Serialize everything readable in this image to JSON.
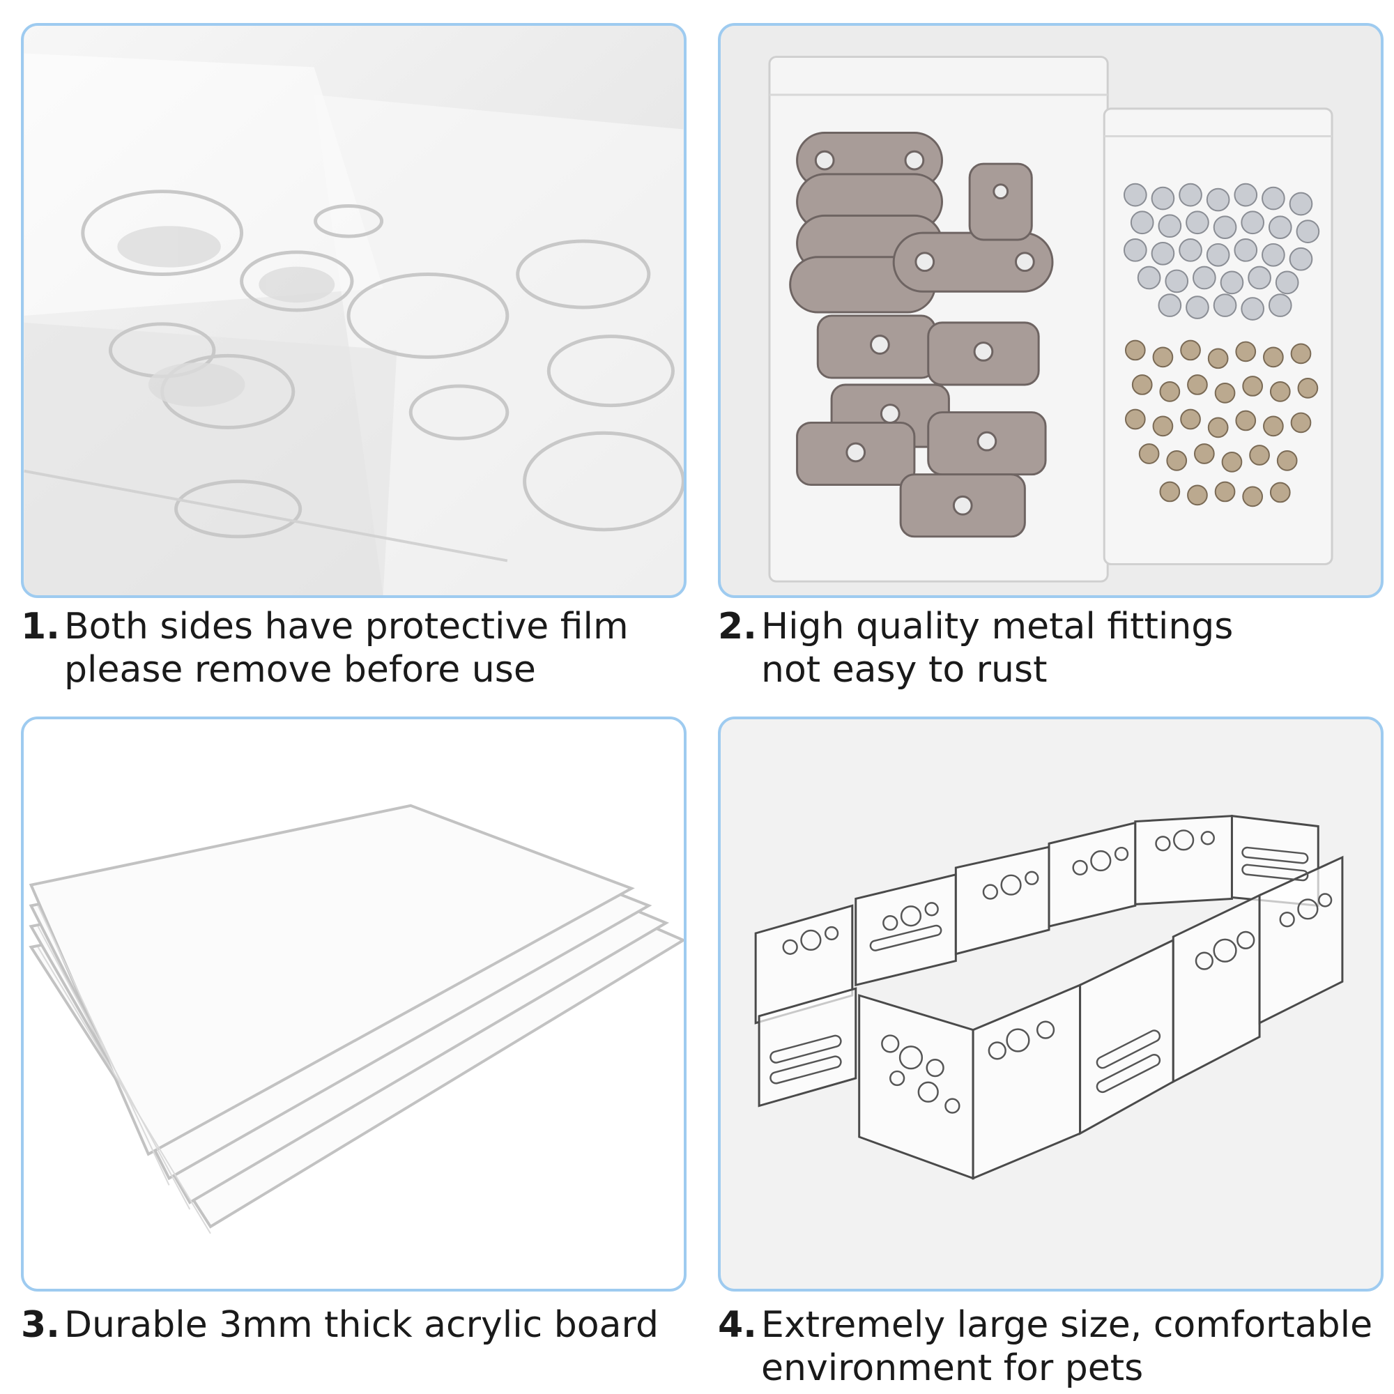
{
  "features": [
    {
      "number": "1.",
      "line1": "Both sides have protective film",
      "line2": "please remove before use",
      "image": "acrylic-sheets-with-film-photo"
    },
    {
      "number": "2.",
      "line1": "High quality metal fittings",
      "line2": "not easy to rust",
      "image": "metal-hardware-bags-photo"
    },
    {
      "number": "3.",
      "line1": "Durable 3mm thick acrylic board",
      "line2": "",
      "image": "stacked-clear-boards-photo"
    },
    {
      "number": "4.",
      "line1": "Extremely large size, comfortable",
      "line2": "environment for pets",
      "image": "acrylic-pet-playpen-photo"
    }
  ],
  "colors": {
    "panel_border": "#9ecbf0",
    "caption_text": "#1a1a1a"
  }
}
